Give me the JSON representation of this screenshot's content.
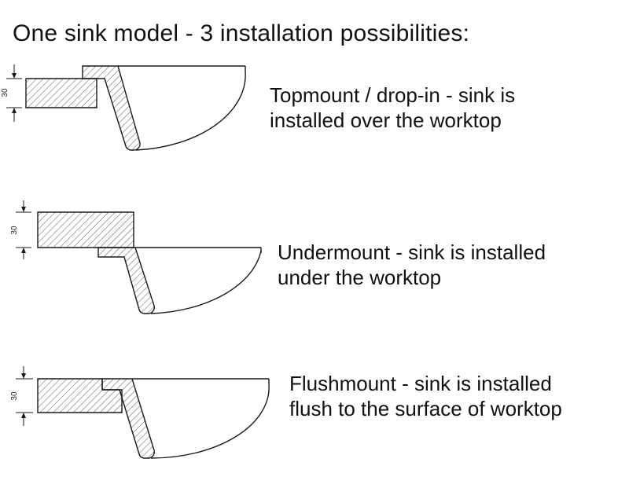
{
  "title": "One sink model - 3 installation possibilities:",
  "rows": [
    {
      "dimension_label": "30",
      "description": "Topmount / drop-in - sink is\ninstalled over the worktop"
    },
    {
      "dimension_label": "30",
      "description": "Undermount - sink is installed\nunder the worktop"
    },
    {
      "dimension_label": "30",
      "description": "Flushmount - sink is installed\nflush to the surface of worktop"
    }
  ]
}
